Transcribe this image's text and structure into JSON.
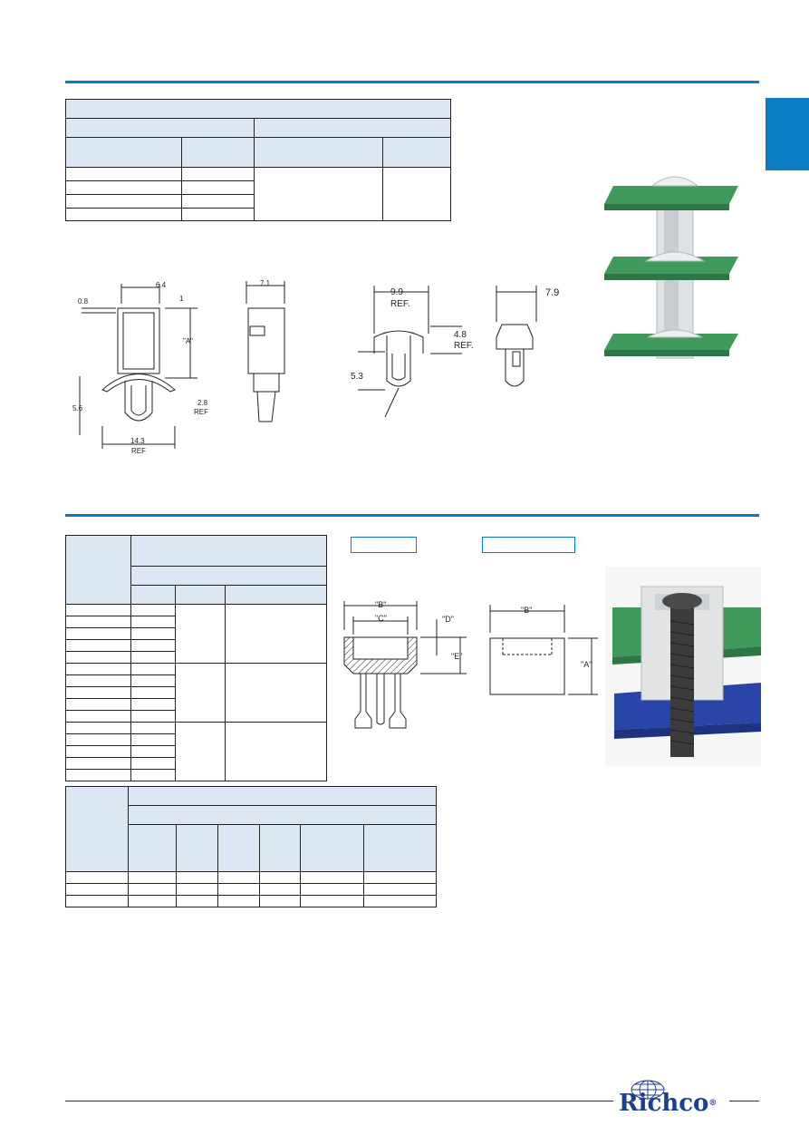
{
  "brand": {
    "name": "Richco",
    "registered_mark": "®"
  },
  "accent_color": "#0a7dc2",
  "table_header_color": "#dde6f3",
  "pcb_green": "#3f9a5c",
  "pcb_blue": "#2a45a8",
  "drawing1": {
    "dims": {
      "d6_4": "6.4",
      "d1": "1",
      "d0_8": "0.8",
      "dA": "\"A\"",
      "d2_8": "2.8",
      "ref1": "REF",
      "d5_6": "5.6",
      "d14_3": "14.3",
      "ref2": "REF",
      "d7_1": "7.1"
    }
  },
  "drawing2": {
    "dims": {
      "d9_9": "9.9",
      "ref1": "REF.",
      "d4_8": "4.8",
      "ref2": "REF.",
      "d5_3": "5.3",
      "d7_9": "7.9"
    }
  },
  "drawing3": {
    "dims": {
      "B": "\"B\"",
      "C": "\"C\"",
      "D": "\"D\"",
      "E": "\"E\""
    }
  },
  "drawing4": {
    "dims": {
      "B": "\"B\"",
      "A": "\"A\""
    }
  }
}
